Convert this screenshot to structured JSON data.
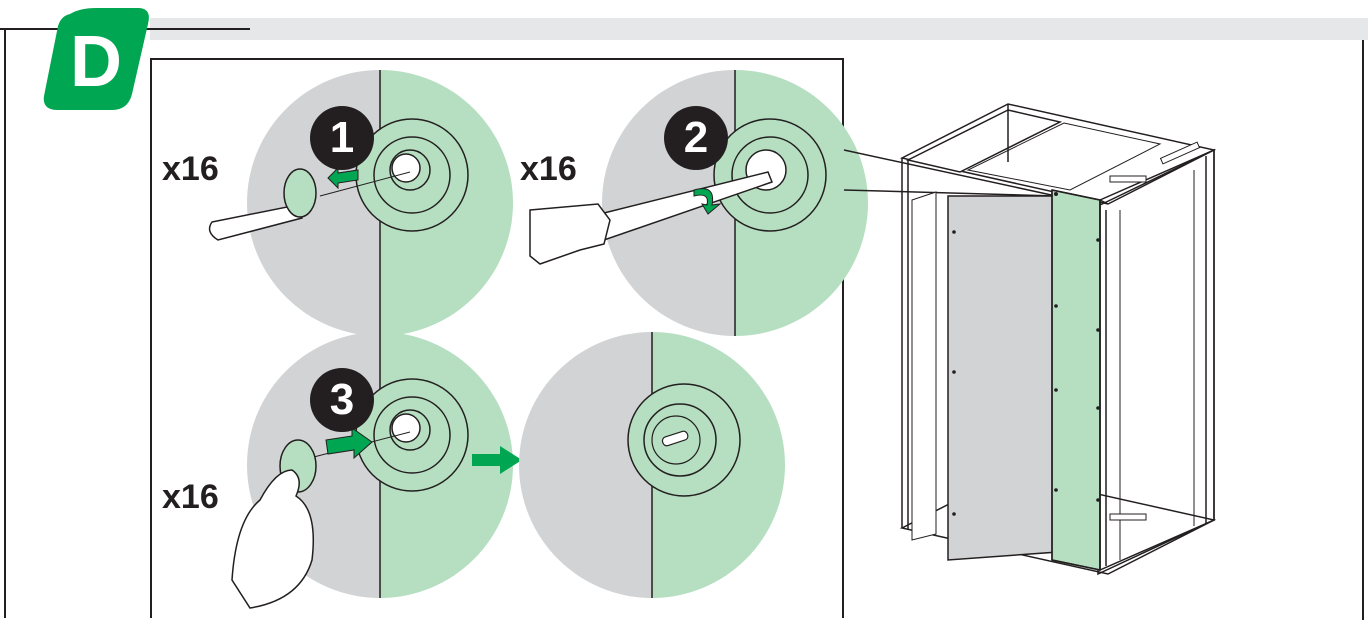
{
  "badge": {
    "letter": "D",
    "color": "#00a651"
  },
  "steps": [
    {
      "number": "1",
      "quantity": "x16",
      "action": "remove-cap"
    },
    {
      "number": "2",
      "quantity": "x16",
      "action": "turn-screwdriver"
    },
    {
      "number": "3",
      "quantity": "x16",
      "action": "insert-cap"
    }
  ],
  "colors": {
    "panel_green": "#b5dfc0",
    "disc_grey": "#d1d3d4",
    "arrow_green": "#00a651",
    "line": "#231f20",
    "bar": "#e6e7e8"
  }
}
